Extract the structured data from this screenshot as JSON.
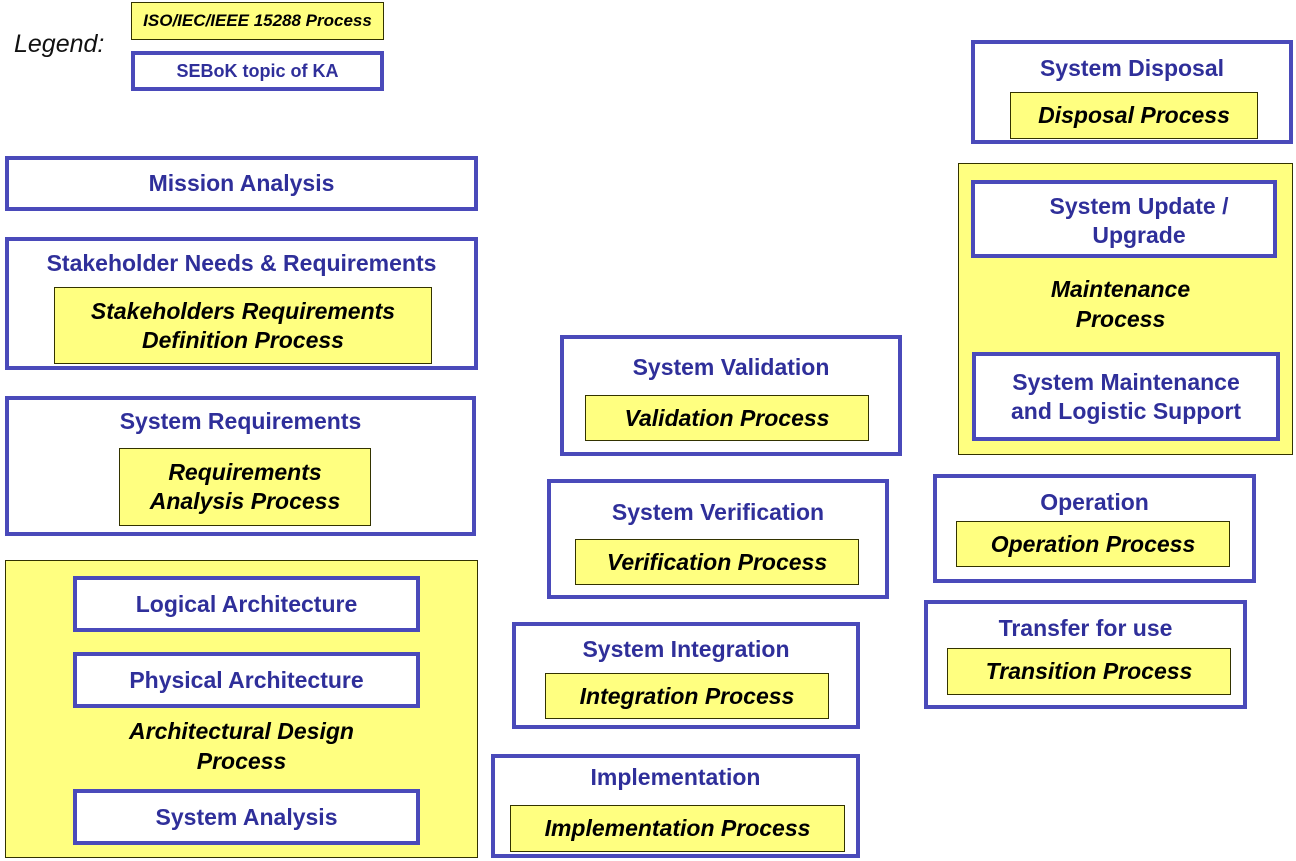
{
  "legend": {
    "label": "Legend:",
    "process_sample": "ISO/IEC/IEEE 15288 Process",
    "topic_sample": "SEBoK topic of KA"
  },
  "colors": {
    "topic_border": "#4a4aba",
    "topic_text": "#2f2f9a",
    "process_fill": "#ffff80",
    "process_text": "#000000"
  },
  "mission": {
    "topic": "Mission Analysis"
  },
  "stakeholder": {
    "topic": "Stakeholder Needs & Requirements",
    "process_line1": "Stakeholders Requirements",
    "process_line2": "Definition Process"
  },
  "sysreq": {
    "topic": "System Requirements",
    "process_line1": "Requirements",
    "process_line2": "Analysis Process"
  },
  "architecture": {
    "process_line1": "Architectural Design",
    "process_line2": "Process",
    "topics": [
      "Logical Architecture",
      "Physical Architecture",
      "System Analysis"
    ]
  },
  "validation": {
    "topic": "System Validation",
    "process": "Validation Process"
  },
  "verification": {
    "topic": "System Verification",
    "process": "Verification Process"
  },
  "integration": {
    "topic": "System Integration",
    "process": "Integration Process"
  },
  "implementation": {
    "topic": "Implementation",
    "process": "Implementation Process"
  },
  "disposal": {
    "topic": "System Disposal",
    "process": "Disposal Process"
  },
  "maintenance": {
    "process_line1": "Maintenance",
    "process_line2": "Process",
    "topic_update_line1": "System Update /",
    "topic_update_line2": "Upgrade",
    "topic_support_line1": "System Maintenance",
    "topic_support_line2": "and Logistic Support"
  },
  "operation": {
    "topic": "Operation",
    "process": "Operation Process"
  },
  "transfer": {
    "topic": "Transfer for use",
    "process": "Transition Process"
  }
}
